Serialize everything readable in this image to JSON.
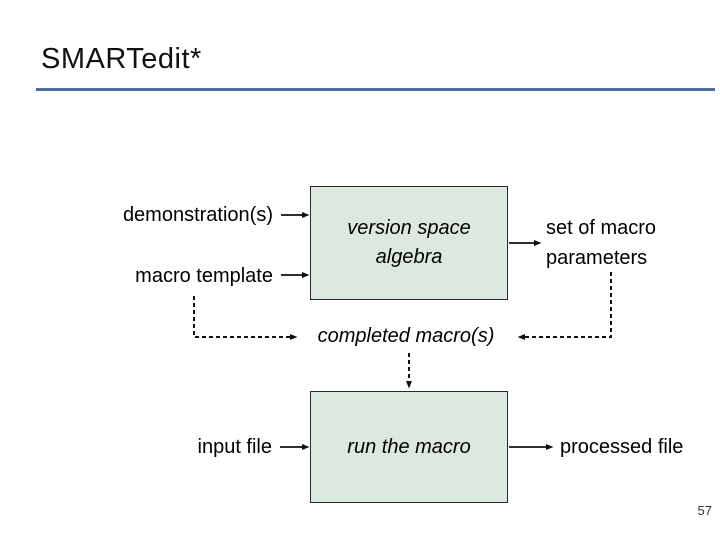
{
  "slide": {
    "title": "SMARTedit*",
    "page_number": "57",
    "accent_color": "#4e6f9d",
    "box_fill_color": "#dde8de",
    "box_border_color": "#2a2a2a"
  },
  "diagram": {
    "demonstrations_label": "demonstration(s)",
    "macro_template_label": "macro template",
    "vsa_box_label": "version space\nalgebra",
    "macro_parameters_label": "set of macro\nparameters",
    "completed_macro_label": "completed macro(s)",
    "run_macro_box_label": "run the macro",
    "input_file_label": "input file",
    "processed_file_label": "processed file",
    "edges": [
      {
        "from": "demonstration(s)",
        "to": "version space algebra",
        "style": "solid"
      },
      {
        "from": "macro template",
        "to": "version space algebra",
        "style": "solid"
      },
      {
        "from": "version space algebra",
        "to": "set of macro parameters",
        "style": "solid"
      },
      {
        "from": "macro template",
        "to": "completed macro(s)",
        "style": "dashed"
      },
      {
        "from": "set of macro parameters",
        "to": "completed macro(s)",
        "style": "dashed"
      },
      {
        "from": "completed macro(s)",
        "to": "run the macro",
        "style": "dashed"
      },
      {
        "from": "input file",
        "to": "run the macro",
        "style": "solid"
      },
      {
        "from": "run the macro",
        "to": "processed file",
        "style": "solid"
      }
    ]
  }
}
